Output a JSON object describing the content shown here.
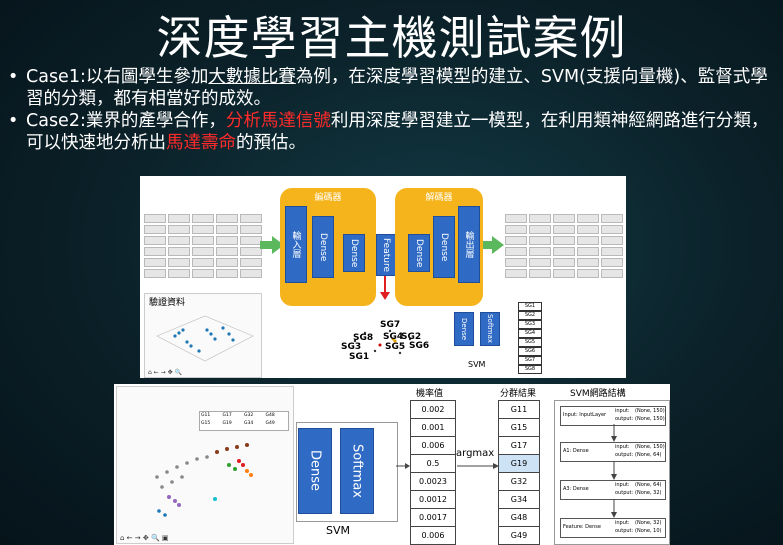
{
  "slide": {
    "title": "深度學習主機測試案例",
    "bullet_marker": "•",
    "case1": {
      "prefix": "Case1:以右圖學生參加",
      "link": "大數據比賽",
      "suffix": "為例，在深度學習模型的建立、SVM(支援向量機)、監督式學習的分類，都有相當好的成效。"
    },
    "case2": {
      "prefix": "Case2:業界的產學合作，",
      "red1": "分析馬達信號",
      "mid": "利用深度學習建立一模型，在利用類神經網路進行分類，可以快速地分析出",
      "red2": "馬達壽命",
      "suffix": "的預估。"
    }
  },
  "top_figure": {
    "encoder_label": "編碼器",
    "decoder_label": "解碼器",
    "input_layer": "輸入層",
    "output_layer": "輸出層",
    "dense": "Dense",
    "feature": "Feature",
    "softmax": "Softmax",
    "svm": "SVM",
    "plot_caption": "驗證資料",
    "sg_list": [
      "SG1",
      "SG2",
      "SG3",
      "SG4",
      "SG5",
      "SG6",
      "SG7",
      "SG8"
    ],
    "cluster_labels": [
      "SG7",
      "SG8",
      "SG4",
      "SG2",
      "SG3",
      "SG5",
      "SG6",
      "SG1"
    ],
    "colors": {
      "encoder": "#f5b41c",
      "blocks": "#2f6bc4",
      "arrow": "#5cb85c",
      "red": "#e02020"
    }
  },
  "bottom_figure": {
    "dense": "Dense",
    "softmax": "Softmax",
    "svm": "SVM",
    "prob_header": "機率值",
    "cluster_header": "分群結果",
    "net_header": "SVM網路結構",
    "argmax": "argmax",
    "probs": [
      "0.002",
      "0.001",
      "0.006",
      "0.5",
      "0.0023",
      "0.0012",
      "0.0017",
      "0.006"
    ],
    "clusters": [
      "G11",
      "G15",
      "G17",
      "G19",
      "G32",
      "G34",
      "G48",
      "G49"
    ],
    "highlight_index": 3,
    "legend": [
      "G11",
      "G15",
      "G17",
      "G19",
      "G32",
      "G34",
      "G48",
      "G49"
    ],
    "net_nodes": [
      {
        "name": "Input: InputLayer",
        "input": "input:",
        "in_v": "(None, 150)",
        "output": "output:",
        "out_v": "(None, 150)"
      },
      {
        "name": "A1: Dense",
        "input": "input:",
        "in_v": "(None, 150)",
        "output": "output:",
        "out_v": "(None, 64)"
      },
      {
        "name": "A3: Dense",
        "input": "input:",
        "in_v": "(None, 64)",
        "output": "output:",
        "out_v": "(None, 32)"
      },
      {
        "name": "Feature: Dense",
        "input": "input:",
        "in_v": "(None, 32)",
        "output": "output:",
        "out_v": "(None, 10)"
      }
    ]
  }
}
